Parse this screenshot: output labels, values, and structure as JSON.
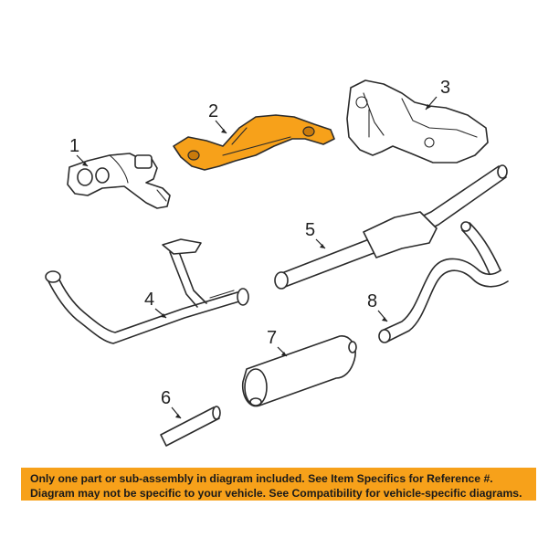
{
  "callouts": [
    {
      "id": "1",
      "label": "1"
    },
    {
      "id": "2",
      "label": "2"
    },
    {
      "id": "3",
      "label": "3"
    },
    {
      "id": "4",
      "label": "4"
    },
    {
      "id": "5",
      "label": "5"
    },
    {
      "id": "6",
      "label": "6"
    },
    {
      "id": "7",
      "label": "7"
    },
    {
      "id": "8",
      "label": "8"
    }
  ],
  "highlighted_part": "2",
  "colors": {
    "highlight": "#f7a11a",
    "line": "#2b2b2b",
    "notice_bg": "#f7a11a"
  },
  "notice": {
    "line1": "Only one part or sub-assembly in diagram included. See Item Specifics for Reference #.",
    "line2": "Diagram may not be specific to your vehicle. See Compatibility for vehicle-specific diagrams."
  }
}
